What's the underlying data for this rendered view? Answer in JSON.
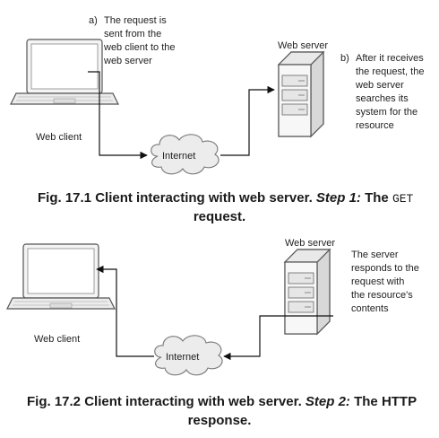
{
  "figure1": {
    "step_a_marker": "a)",
    "step_a_lines": [
      "The request is",
      "sent from the",
      "web client to the",
      "web server"
    ],
    "step_b_marker": "b)",
    "step_b_lines": [
      "After it receives",
      "the request, the",
      "web server",
      "searches its",
      "system for the",
      "resource"
    ],
    "client_label": "Web client",
    "server_label": "Web server",
    "internet_label": "Internet",
    "caption": {
      "line1_part1": "Fig. 17.1 Client interacting with web server. ",
      "line1_step": "Step 1:",
      "line1_part2": " The ",
      "line1_code": "GET",
      "line2": "request."
    }
  },
  "figure2": {
    "note_lines": [
      "The server",
      "responds to the",
      "request with",
      "the resource's",
      "contents"
    ],
    "client_label": "Web client",
    "server_label": "Web server",
    "internet_label": "Internet",
    "caption": {
      "line1_part1": "Fig. 17.2 Client interacting with web server. ",
      "line1_step": "Step 2:",
      "line1_part2": " The HTTP",
      "line2": "response."
    }
  }
}
